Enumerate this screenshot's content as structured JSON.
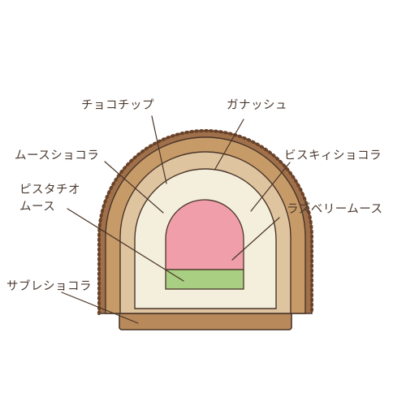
{
  "diagram": {
    "labels": {
      "choco_chip": "チョコチップ",
      "ganache": "ガナッシュ",
      "mousse_chocolat": "ムースショコラ",
      "biscuit_chocolat": "ビスキィショコラ",
      "pistachio_line1": "ピスタチオ",
      "pistachio_line2": "ムース",
      "raspberry_mousse": "ラズベリームース",
      "sable_chocolat": "サブレショコラ"
    },
    "colors": {
      "outline": "#4a3528",
      "chip_coating": "#a0704a",
      "chocolate_shell": "#c79b68",
      "biscuit_layer": "#dfc4a0",
      "mousse_cream": "#f4efdc",
      "raspberry": "#ef9eaa",
      "pistachio": "#a8cf82",
      "sable_base": "#b8895a",
      "label_text": "#4a3a30"
    }
  }
}
